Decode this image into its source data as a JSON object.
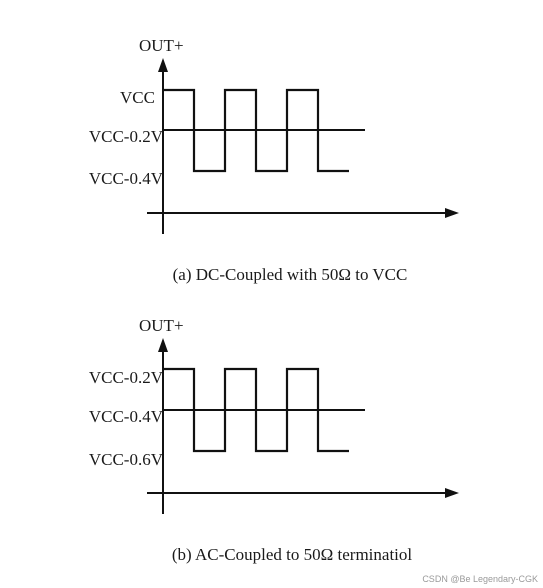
{
  "diagrams": [
    {
      "axis_label": "OUT+",
      "levels": [
        "VCC",
        "VCC-0.2V",
        "VCC-0.4V"
      ],
      "caption": "(a) DC-Coupled with 50Ω  to VCC"
    },
    {
      "axis_label": "OUT+",
      "levels": [
        "VCC-0.2V",
        "VCC-0.4V",
        "VCC-0.6V"
      ],
      "caption": "(b) AC-Coupled  to 50Ω    terminatiol"
    }
  ],
  "watermark": "CSDN @Be Legendary-CGK",
  "colors": {
    "line": "#111111",
    "text": "#1a1a1a",
    "watermark": "#9a9a9a"
  }
}
